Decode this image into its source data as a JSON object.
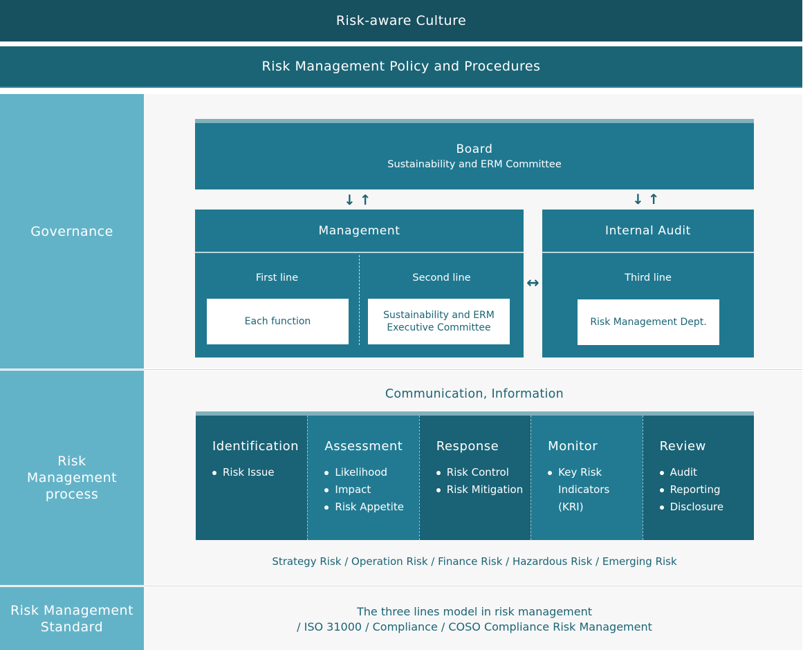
{
  "bands": {
    "culture": "Risk-aware Culture",
    "policy": "Risk Management Policy and Procedures"
  },
  "sidebar": {
    "governance": "Governance",
    "process": "Risk Management process",
    "standard": "Risk Management Standard"
  },
  "governance": {
    "board_title": "Board",
    "board_subtitle": "Sustainability and ERM Committee",
    "management_title": "Management",
    "first_line_label": "First line",
    "first_line_box": "Each function",
    "second_line_label": "Second line",
    "second_line_box": "Sustainability and ERM Executive Committee",
    "audit_title": "Internal Audit",
    "third_line_label": "Third line",
    "third_line_box": "Risk Management Dept.",
    "arrows_vertical": "↓↑",
    "arrow_horizontal": "↔"
  },
  "process": {
    "communication": "Communication, Information",
    "steps": [
      {
        "title": "Identification",
        "items": [
          "Risk Issue"
        ]
      },
      {
        "title": "Assessment",
        "items": [
          "Likelihood",
          "Impact",
          "Risk Appetite"
        ]
      },
      {
        "title": "Response",
        "items": [
          "Risk Control",
          "Risk Mitigation"
        ]
      },
      {
        "title": "Monitor",
        "items": [
          "Key Risk Indicators (KRI)"
        ]
      },
      {
        "title": "Review",
        "items": [
          "Audit",
          "Reporting",
          "Disclosure"
        ]
      }
    ],
    "risk_types": "Strategy Risk / Operation Risk / Finance Risk / Hazardous Risk / Emerging Risk"
  },
  "standard": {
    "line1": "The three lines model in risk management",
    "line2": "/ ISO 31000 / Compliance / COSO Compliance Risk Management"
  },
  "colors": {
    "dark_teal": "#17505f",
    "teal": "#1f7890",
    "sidebar": "#63b3c8"
  }
}
